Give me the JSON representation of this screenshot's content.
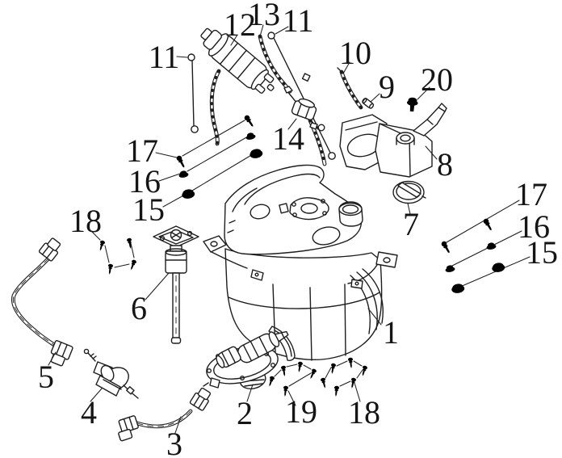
{
  "diagram": {
    "colors": {
      "background": "#ffffff",
      "line": "#1d1d1d",
      "label": "#151515"
    },
    "callouts": [
      {
        "id": "12",
        "label": "12"
      },
      {
        "id": "13",
        "label": "13"
      },
      {
        "id": "11-right",
        "label": "11"
      },
      {
        "id": "11-left",
        "label": "11"
      },
      {
        "id": "10",
        "label": "10"
      },
      {
        "id": "9",
        "label": "9"
      },
      {
        "id": "20",
        "label": "20"
      },
      {
        "id": "17-left",
        "label": "17"
      },
      {
        "id": "16-left",
        "label": "16"
      },
      {
        "id": "15-left",
        "label": "15"
      },
      {
        "id": "14",
        "label": "14"
      },
      {
        "id": "8",
        "label": "8"
      },
      {
        "id": "7",
        "label": "7"
      },
      {
        "id": "18-left",
        "label": "18"
      },
      {
        "id": "17-right",
        "label": "17"
      },
      {
        "id": "16-right",
        "label": "16"
      },
      {
        "id": "15-right",
        "label": "15"
      },
      {
        "id": "6",
        "label": "6"
      },
      {
        "id": "1",
        "label": "1"
      },
      {
        "id": "5",
        "label": "5"
      },
      {
        "id": "4",
        "label": "4"
      },
      {
        "id": "2",
        "label": "2"
      },
      {
        "id": "19",
        "label": "19"
      },
      {
        "id": "18-bottom",
        "label": "18"
      },
      {
        "id": "3",
        "label": "3"
      }
    ]
  }
}
